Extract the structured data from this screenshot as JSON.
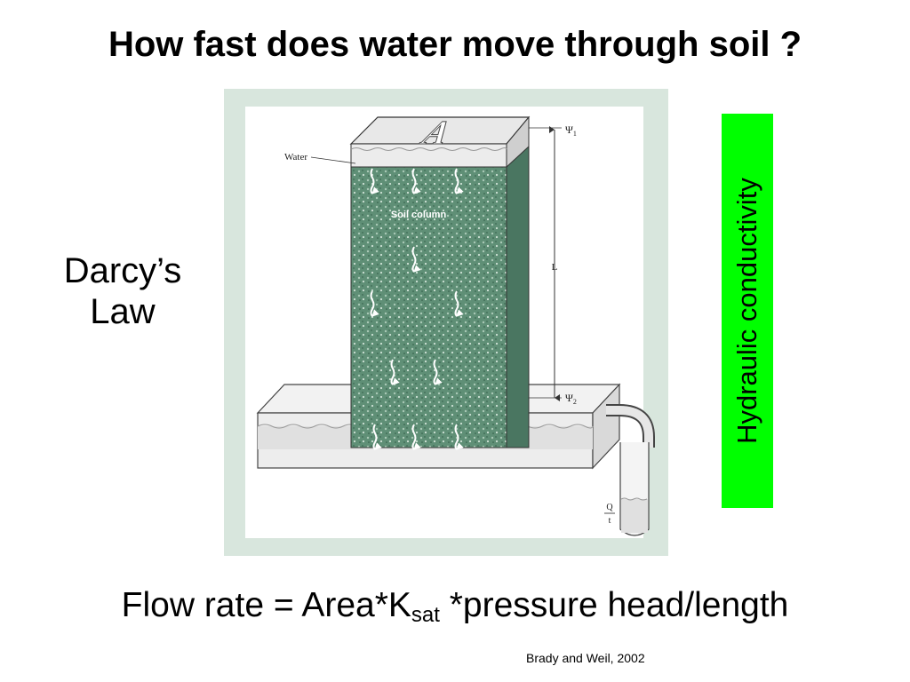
{
  "title": "How fast does water move through soil ?",
  "darcy": {
    "line1": "Darcy’s",
    "line2": "Law"
  },
  "hydraulic_label": "Hydraulic conductivity",
  "figure": {
    "water_label": "Water",
    "area_label": "A",
    "soil_label": "Soil column",
    "length_label": "L",
    "psi1_label": "Ψ",
    "psi1_sub": "1",
    "psi2_label": "Ψ",
    "psi2_sub": "2",
    "flow_q": "Q",
    "flow_t": "t"
  },
  "formula": {
    "part1": "Flow rate = Area*K",
    "sub": "sat",
    "part2": " *pressure head/length"
  },
  "citation": "Brady and Weil, 2002",
  "colors": {
    "accent_green": "#00ff00",
    "panel_bg": "#d8e6dd",
    "soil_green": "#5f8f76"
  }
}
